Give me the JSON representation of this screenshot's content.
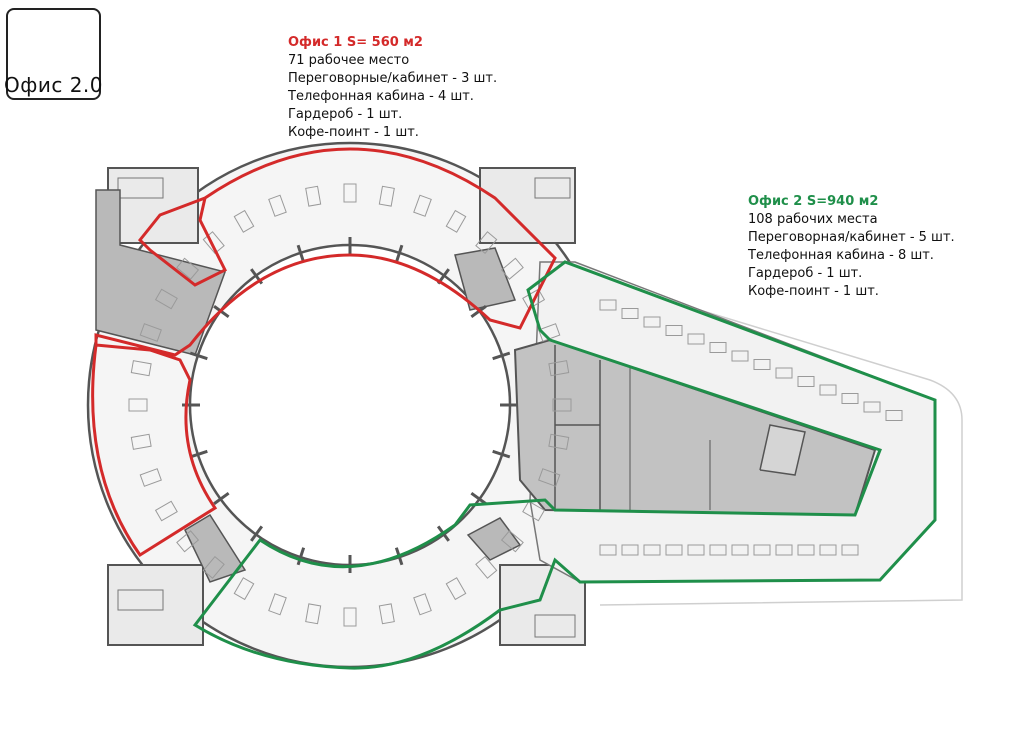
{
  "logo": {
    "text": "Офис 2.0"
  },
  "office1": {
    "title": "Офис 1 S= 560 м2",
    "lines": [
      "71 рабочее место",
      "Переговорные/кабинет - 3 шт.",
      "Телефонная кабина - 4 шт.",
      "Гардероб - 1 шт.",
      "Кофе-поинт - 1 шт."
    ]
  },
  "office2": {
    "title": "Офис 2 S=940 м2",
    "lines": [
      "108 рабочих места",
      "Переговорная/кабинет - 5 шт.",
      "Телефонная кабина - 8 шт.",
      "Гардероб - 1 шт.",
      "Кофе-поинт - 1 шт."
    ]
  },
  "colors": {
    "office1": "#d42a2a",
    "office2": "#1f8f4a",
    "wall": "#6b6b6b",
    "core": "#b9b9b9",
    "furniture": "#9a9a9a",
    "accent": "#c8d96b"
  }
}
